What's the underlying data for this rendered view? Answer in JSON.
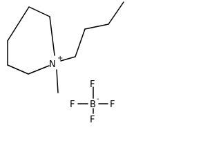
{
  "cation": {
    "nitrogen": "N",
    "charge": "+"
  },
  "anion": {
    "boron": "B",
    "charge": "-",
    "fluorines": [
      "F",
      "F",
      "F",
      "F"
    ]
  }
}
